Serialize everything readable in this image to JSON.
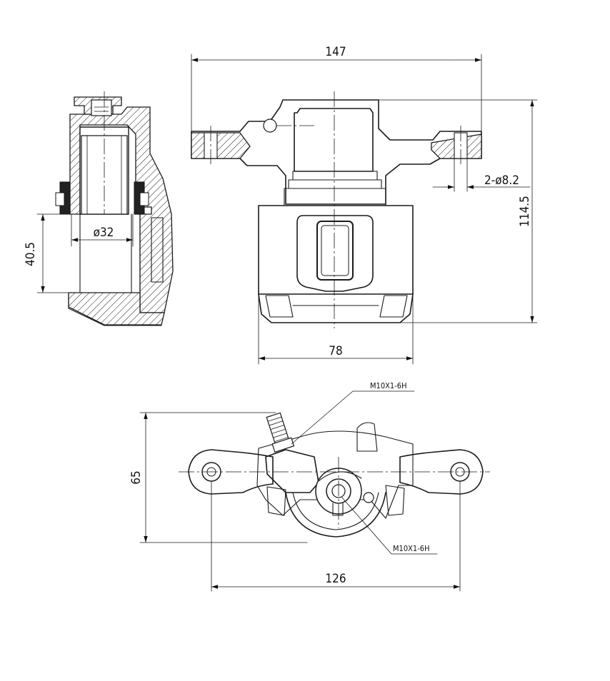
{
  "dimensions": {
    "overall_width": "147",
    "overall_height": "114.5",
    "mount_holes": "2-ø8.2",
    "body_width": "78",
    "piston_diameter": "ø32",
    "piston_offset": "40.5",
    "bottom_height": "65",
    "bottom_hole_spacing": "126"
  },
  "thread_callouts": {
    "bleeder": "M10X1-6H",
    "inlet": "M10X1-6H"
  }
}
